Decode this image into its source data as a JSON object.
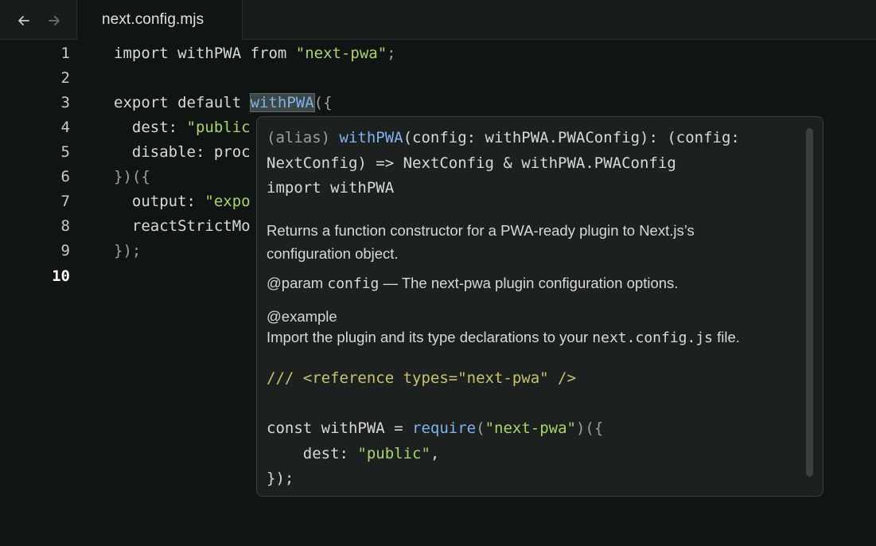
{
  "tab": {
    "filename": "next.config.mjs"
  },
  "nav": {
    "back_icon": "arrow-left-icon",
    "forward_icon": "arrow-right-icon"
  },
  "gutter": {
    "line_numbers": [
      "1",
      "2",
      "3",
      "4",
      "5",
      "6",
      "7",
      "8",
      "9",
      "10"
    ],
    "active_line": "10"
  },
  "code": {
    "line1": {
      "kw": "import withPWA from ",
      "str": "\"next-pwa\"",
      "end": ";"
    },
    "line3": {
      "pre": "export default ",
      "word": "withPWA",
      "end": "({"
    },
    "line4": {
      "key": "  dest: ",
      "str": "\"public"
    },
    "line5": {
      "text": "  disable: proc"
    },
    "line6": {
      "text": "})({"
    },
    "line7": {
      "key": "  output: ",
      "str": "\"expo"
    },
    "line8": {
      "text": "  reactStrictMo"
    },
    "line9": {
      "text": "});"
    }
  },
  "hover": {
    "sig_alias": "(alias) ",
    "sig_fn": "withPWA",
    "sig_rest1": "(config: withPWA.PWAConfig): (config:",
    "sig_line2": "NextConfig) => NextConfig & withPWA.PWAConfig",
    "sig_line3": "import withPWA",
    "desc_line1": "Returns a function constructor for a PWA-ready plugin to Next.js’s",
    "desc_line2": "configuration object.",
    "param_tag": "@param ",
    "param_name": "config",
    "param_desc": " — The next-pwa plugin configuration options.",
    "example_tag": "@example",
    "example_pre": "Import the plugin and its type declarations to your ",
    "example_code": "next.config.js",
    "example_post": " file.",
    "ex_comment": "/// <reference types=\"next-pwa\" />",
    "ex_line2_pre": "const withPWA = ",
    "ex_line2_fn": "require",
    "ex_line2_paren": "(",
    "ex_line2_str": "\"next-pwa\"",
    "ex_line2_end": ")({",
    "ex_line3_key": "    dest: ",
    "ex_line3_str": "\"public\"",
    "ex_line3_end": ",",
    "ex_line4": "});"
  }
}
